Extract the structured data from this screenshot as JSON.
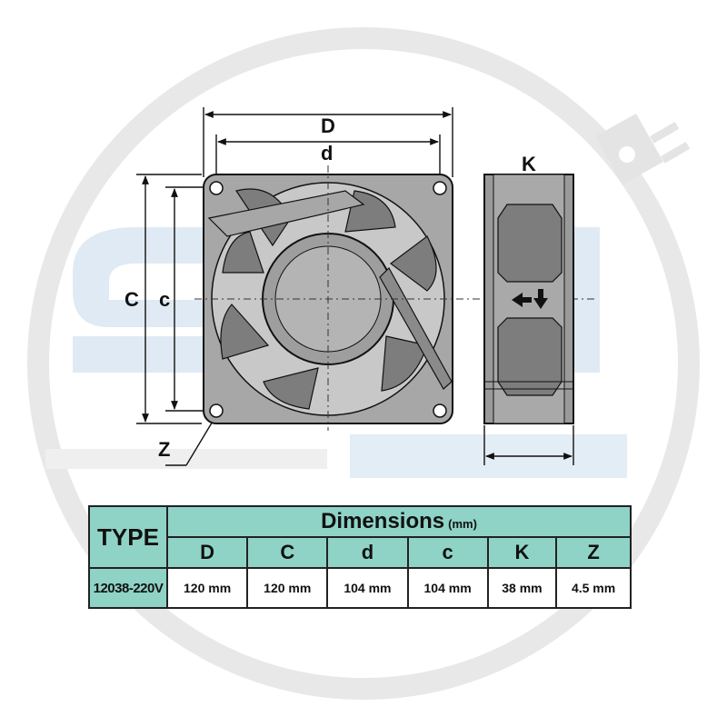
{
  "diagram": {
    "labels": {
      "D": "D",
      "d": "d",
      "C": "C",
      "c": "c",
      "K": "K",
      "Z": "Z"
    }
  },
  "table": {
    "type_header": "TYPE",
    "dimensions_header": "Dimensions",
    "unit": "(mm)",
    "columns": [
      "D",
      "C",
      "d",
      "c",
      "K",
      "Z"
    ],
    "rows": [
      {
        "type": "12038-220V",
        "values": [
          "120 mm",
          "120 mm",
          "104 mm",
          "104 mm",
          "38 mm",
          "4.5 mm"
        ]
      }
    ]
  },
  "colors": {
    "header_bg": "#8fd3c7",
    "fan_frame": "#9a9a9a",
    "fan_blade": "#7d7d7d",
    "watermark": "#dcdcdc"
  }
}
